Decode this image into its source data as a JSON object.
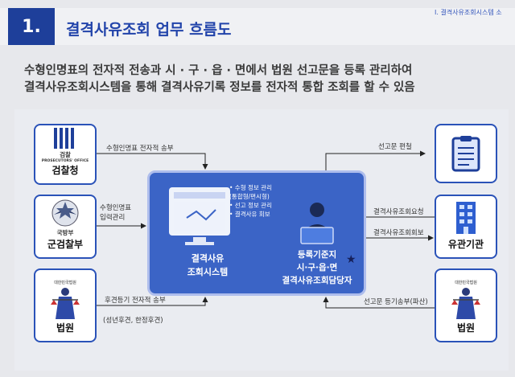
{
  "header": {
    "section_number": "1.",
    "title": "결격사유조회 업무 흐름도",
    "breadcrumb": "I. 결격사유조회시스템 소"
  },
  "summary": {
    "line1": "수형인명표의 전자적 전송과 시 · 구 · 읍 · 면에서 법원 선고문을 등록 관리하여",
    "line2": "결격사유조회시스템을 통해 결격사유기록 정보를 전자적 통합 조회를 할 수 있음"
  },
  "nodes": {
    "prosecution": {
      "emblem_text": "검찰",
      "emblem_sub": "PROSECUTORS' OFFICE",
      "label": "검찰청"
    },
    "military": {
      "emblem_text": "국방부",
      "label": "군검찰부"
    },
    "court_left": {
      "emblem_text": "대한민국법원",
      "label": "법원"
    },
    "court_right": {
      "emblem_text": "대한민국법원",
      "label": "법원"
    },
    "agencies": {
      "label": "유관기관"
    },
    "center_system": {
      "line1": "결격사유",
      "line2": "조회시스템"
    },
    "officer": {
      "line1": "등록기준지",
      "line2": "시·구·읍·면",
      "line3": "결격사유조회담당자"
    }
  },
  "system_tasks": [
    "• 수형 정보 관리",
    "(통합형/편시형)",
    "• 선고 정보 관리",
    "• 결격사유 회보"
  ],
  "flows": {
    "prosecution_send": "수형인명표 전자적 송부",
    "military_line1": "수형인명표",
    "military_line2": "입력관리",
    "court_line1": "후견등기 전자적 송부",
    "court_line2": "(성년후견, 한정후견)",
    "verdict_compile": "선고문 편철",
    "query_request": "결격사유조회요청",
    "query_reply": "결격사유조회회보",
    "verdict_send": "선고문 등기송부(파산)"
  },
  "colors": {
    "brand_blue": "#1e3f9a",
    "box_blue": "#3b64c6",
    "card_border": "#2a52b8",
    "arrow": "#222222"
  }
}
